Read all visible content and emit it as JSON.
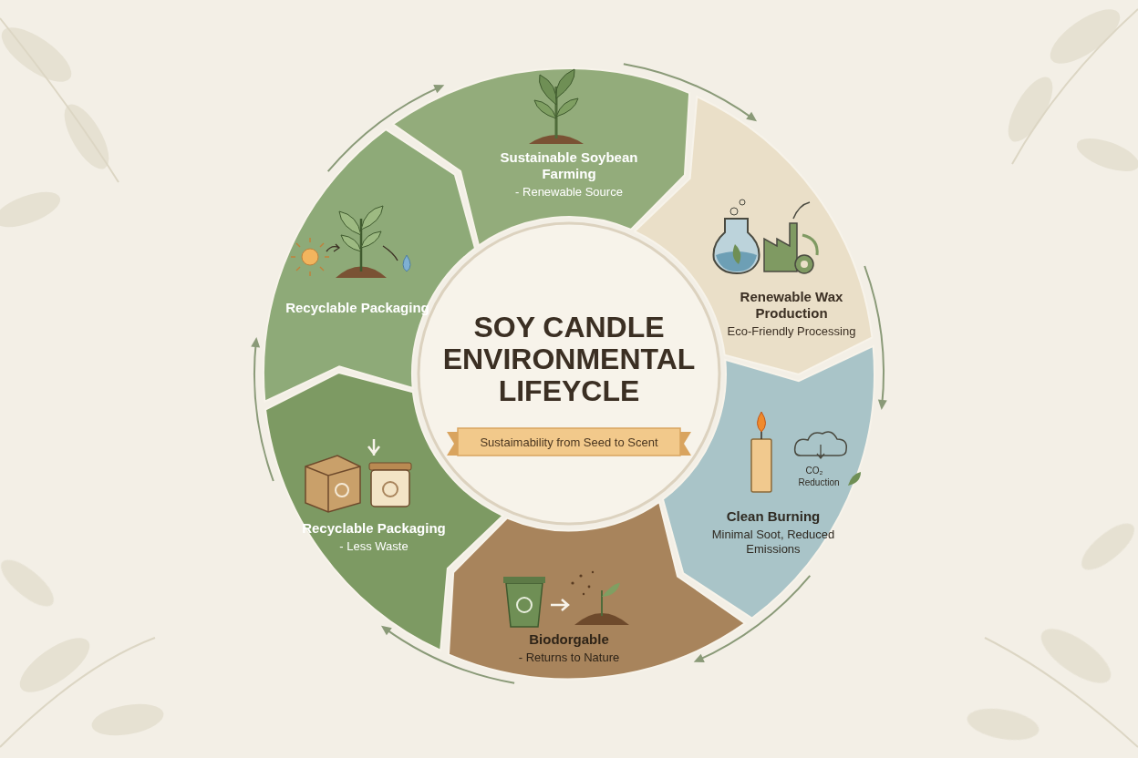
{
  "diagram": {
    "title": "SOY CANDLE ENVIRONMENTAL LIFEYCLE",
    "nodes": [
      {
        "text": [
          "Sustainable Soybean Farming",
          "- Renewable Source"
        ]
      },
      {
        "text": [
          "Renewable Wax Production",
          "Eco-Friendly Processing"
        ]
      },
      {
        "text": [
          "Clean Burning",
          "Minimal Soot, Reduced Emissions"
        ]
      },
      {
        "text": [
          "Biodorgable",
          "- Returns to Nature"
        ]
      },
      {
        "text": [
          "Recyclable Packaging",
          "- Less Waste"
        ]
      },
      {
        "text": [
          "Recyclable Packaging"
        ]
      }
    ],
    "edges": [
      {
        "from": 0,
        "to": 1,
        "arrow": "to"
      },
      {
        "from": 1,
        "to": 2,
        "arrow": "to"
      },
      {
        "from": 2,
        "to": 3,
        "arrow": "to"
      },
      {
        "from": 3,
        "to": 4,
        "arrow": "to"
      },
      {
        "from": 4,
        "to": 5,
        "arrow": "to"
      },
      {
        "from": 5,
        "to": 0,
        "arrow": "to"
      }
    ],
    "labels": [
      "Sustaimability from Seed to Scent",
      "CO₂",
      "Reduction"
    ]
  }
}
